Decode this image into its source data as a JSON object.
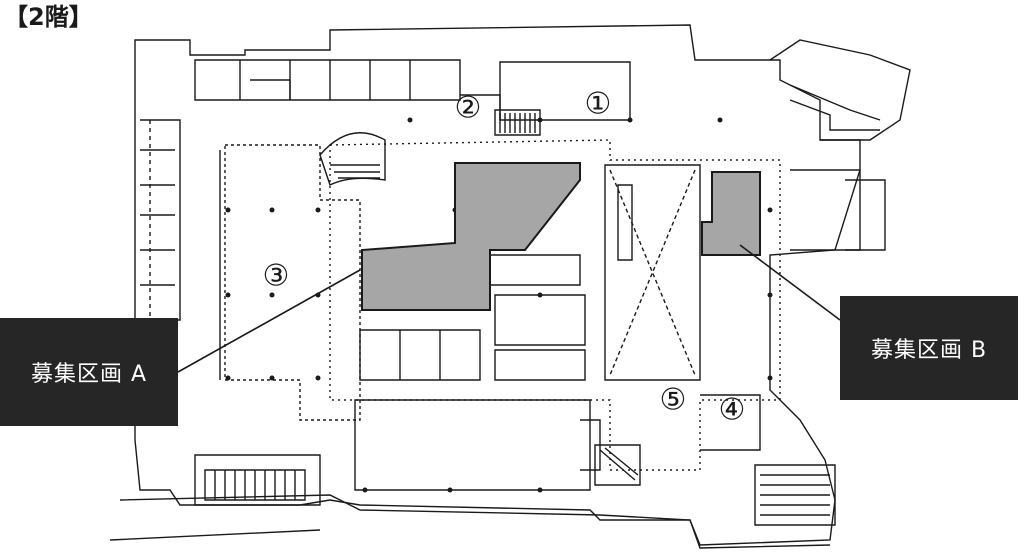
{
  "floor": {
    "title": "【2階】"
  },
  "callouts": {
    "a": {
      "label": "募集区画 A"
    },
    "b": {
      "label": "募集区画 B"
    }
  },
  "area_numbers": [
    "①",
    "②",
    "③",
    "④",
    "⑤"
  ],
  "colors": {
    "highlight_fill": "#a6a6a6",
    "callout_bg": "#262626",
    "wall": "#1a1a1a"
  }
}
